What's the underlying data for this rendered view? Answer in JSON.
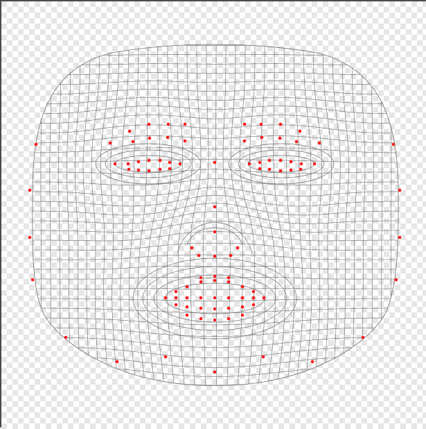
{
  "canvas": {
    "background": "transparent-checkerboard",
    "checker_light": "#ffffff",
    "checker_dark": "#e6e6e6"
  },
  "mesh": {
    "subject": "face-uv-wireframe",
    "line_color": "#6e6e6e",
    "landmark_color": "#ff1a1a",
    "landmark_count": 102
  }
}
